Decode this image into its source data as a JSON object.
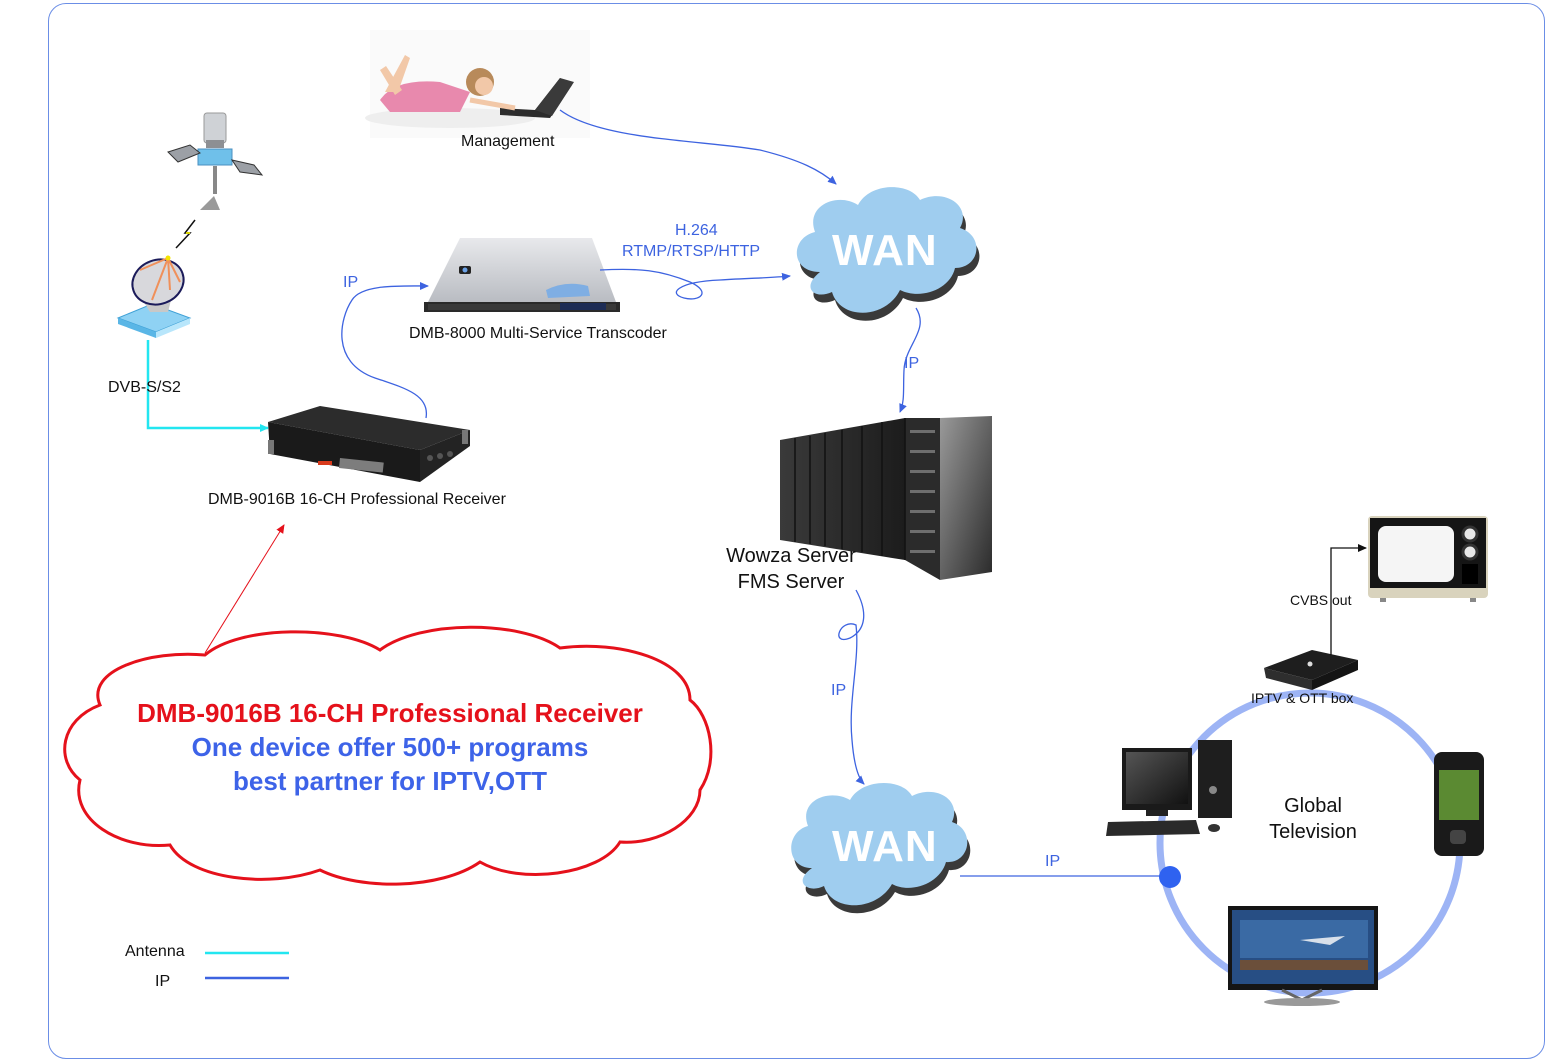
{
  "diagram": {
    "title": "DMB-9016B IPTV/OTT network topology",
    "nodes": {
      "management": {
        "label": "Management",
        "icon": "laptop-user-icon"
      },
      "satellite": {
        "icon": "satellite-icon"
      },
      "dish": {
        "icon": "satellite-dish-icon",
        "label": "DVB-S/S2"
      },
      "transcoder": {
        "label": "DMB-8000 Multi-Service Transcoder",
        "icon": "rack-server-icon"
      },
      "receiver": {
        "label": "DMB-9016B 16-CH Professional Receiver",
        "icon": "rack-receiver-icon"
      },
      "wan_top": {
        "label": "WAN",
        "icon": "cloud-icon"
      },
      "streaming_server": {
        "label_line1": "Wowza Server",
        "label_line2": "FMS Server",
        "icon": "server-racks-icon"
      },
      "wan_bottom": {
        "label": "WAN",
        "icon": "cloud-icon"
      },
      "settop_box": {
        "label": "IPTV & OTT box",
        "icon": "set-top-box-icon"
      },
      "crt_tv": {
        "icon": "crt-tv-icon"
      },
      "pc": {
        "icon": "desktop-pc-icon"
      },
      "phone": {
        "icon": "mobile-phone-icon"
      },
      "flat_tv": {
        "icon": "flat-tv-icon"
      },
      "global_tv": {
        "label_line1": "Global",
        "label_line2": "Television"
      }
    },
    "edges": {
      "transcoder_to_wan": {
        "label_line1": "H.264",
        "label_line2": "RTMP/RTSP/HTTP"
      },
      "receiver_to_transcoder": {
        "label": "IP"
      },
      "wan_to_server": {
        "label": "IP"
      },
      "server_to_wan": {
        "label": "IP"
      },
      "wan_to_ring": {
        "label": "IP"
      },
      "box_to_crt": {
        "label": "CVBS out"
      }
    },
    "callout": {
      "line1": "DMB-9016B 16-CH Professional Receiver",
      "line2": "One device offer 500+ programs",
      "line3": "best partner for IPTV,OTT"
    },
    "legend": {
      "items": [
        {
          "label": "Antenna",
          "color": "#22e6f0"
        },
        {
          "label": "IP",
          "color": "#3d63e0"
        }
      ]
    },
    "colors": {
      "frame": "#6b8ee6",
      "ip_line": "#3d63e0",
      "antenna_line": "#22e6f0",
      "cloud_fill": "#9fcdef",
      "ring": "#9db4f5",
      "callout_border": "#e5111b",
      "callout_title": "#e5111b",
      "callout_body": "#3d63e8"
    }
  }
}
